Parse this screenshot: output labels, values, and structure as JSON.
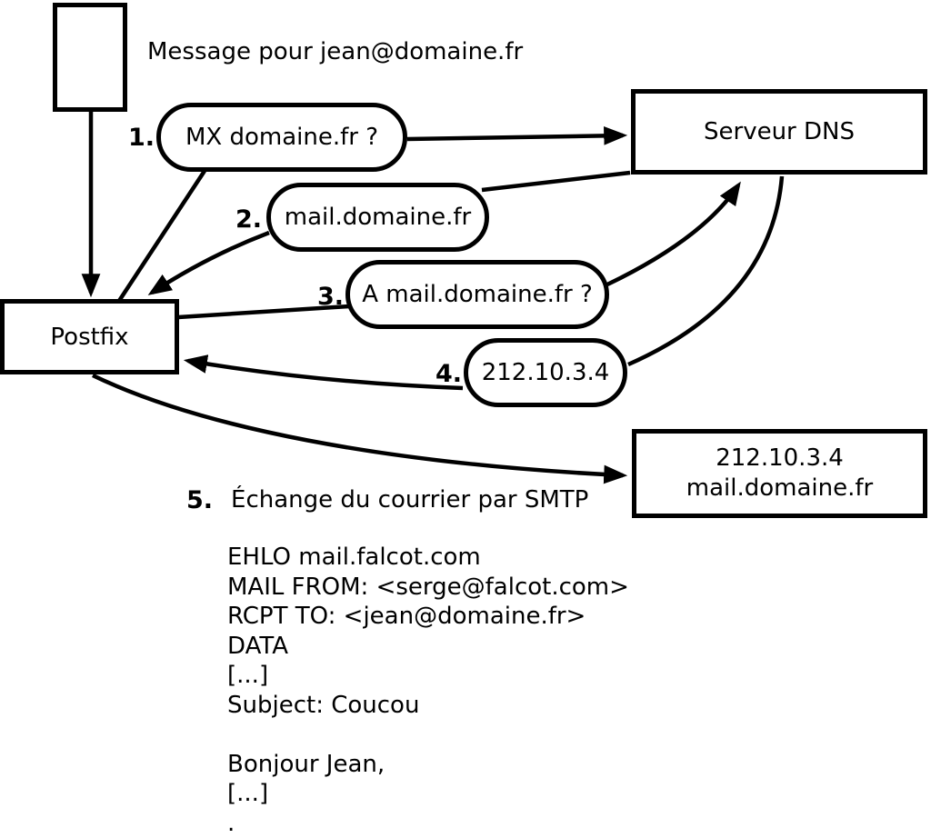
{
  "diagram": {
    "message_label": "Message pour jean@domaine.fr",
    "postfix_label": "Postfix",
    "dns_server_label": "Serveur DNS",
    "destination": {
      "ip": "212.10.3.4",
      "host": "mail.domaine.fr"
    },
    "steps": [
      {
        "num": "1.",
        "label": "MX domaine.fr ?"
      },
      {
        "num": "2.",
        "label": "mail.domaine.fr"
      },
      {
        "num": "3.",
        "label": "A mail.domaine.fr ?"
      },
      {
        "num": "4.",
        "label": "212.10.3.4"
      },
      {
        "num": "5.",
        "label": "Échange du courrier par SMTP"
      }
    ],
    "smtp_session": [
      "EHLO mail.falcot.com",
      "MAIL FROM: <serge@falcot.com>",
      "RCPT TO: <jean@domaine.fr>",
      "DATA",
      "[...]",
      "Subject: Coucou",
      "",
      "Bonjour Jean,",
      "[...]",
      "."
    ],
    "colors": {
      "line": "#000000",
      "background": "#ffffff"
    }
  }
}
